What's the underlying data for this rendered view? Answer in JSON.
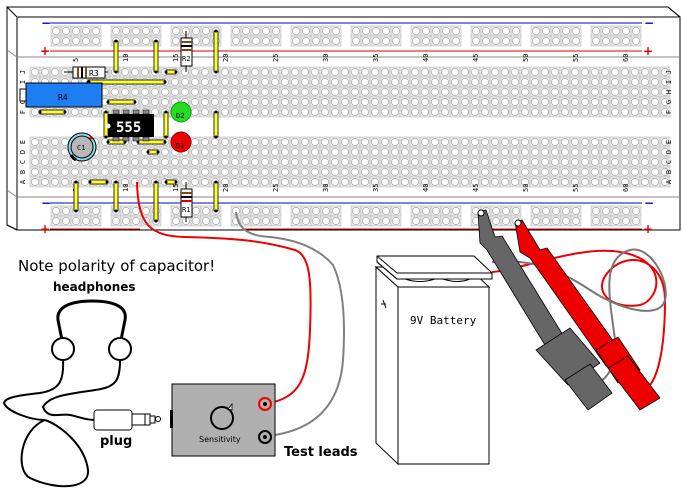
{
  "breadboard": {
    "columns": 64,
    "column_labels": [
      "5",
      "10",
      "15",
      "20",
      "25",
      "30",
      "35",
      "40",
      "45",
      "50",
      "55",
      "60"
    ],
    "top_rows": [
      "J",
      "I",
      "H",
      "G",
      "F"
    ],
    "bottom_rows": [
      "E",
      "D",
      "C",
      "B",
      "A"
    ],
    "rail_minus": "−",
    "rail_plus": "+",
    "rail_colors": {
      "negative": "#0000cc",
      "positive": "#dd0000"
    }
  },
  "components": {
    "ic": {
      "label": "555"
    },
    "r1": {
      "label": "R1"
    },
    "r2": {
      "label": "R2"
    },
    "r3": {
      "label": "R3"
    },
    "r4": {
      "label": "R4"
    },
    "c1": {
      "label": "C1"
    },
    "d1": {
      "label": "D1",
      "color": "#ee0000"
    },
    "d2": {
      "label": "D2",
      "color": "#22dd22"
    }
  },
  "annotations": {
    "note": "Note polarity of capacitor!",
    "headphones": "headphones",
    "plug": "plug",
    "test_leads": "Test leads",
    "sensitivity": "Sensitivity",
    "battery": "9V Battery"
  },
  "colors": {
    "wire_red": "#ee0000",
    "wire_gray": "#808080",
    "probe_gray": "#666666",
    "probe_red": "#ee0000",
    "box_fill": "#b0b0b0",
    "pot_fill": "#1e7df0",
    "cap_fill": "#b8b8b8",
    "cap_ring": "#88e0ee",
    "jumper": "#ffff33"
  }
}
